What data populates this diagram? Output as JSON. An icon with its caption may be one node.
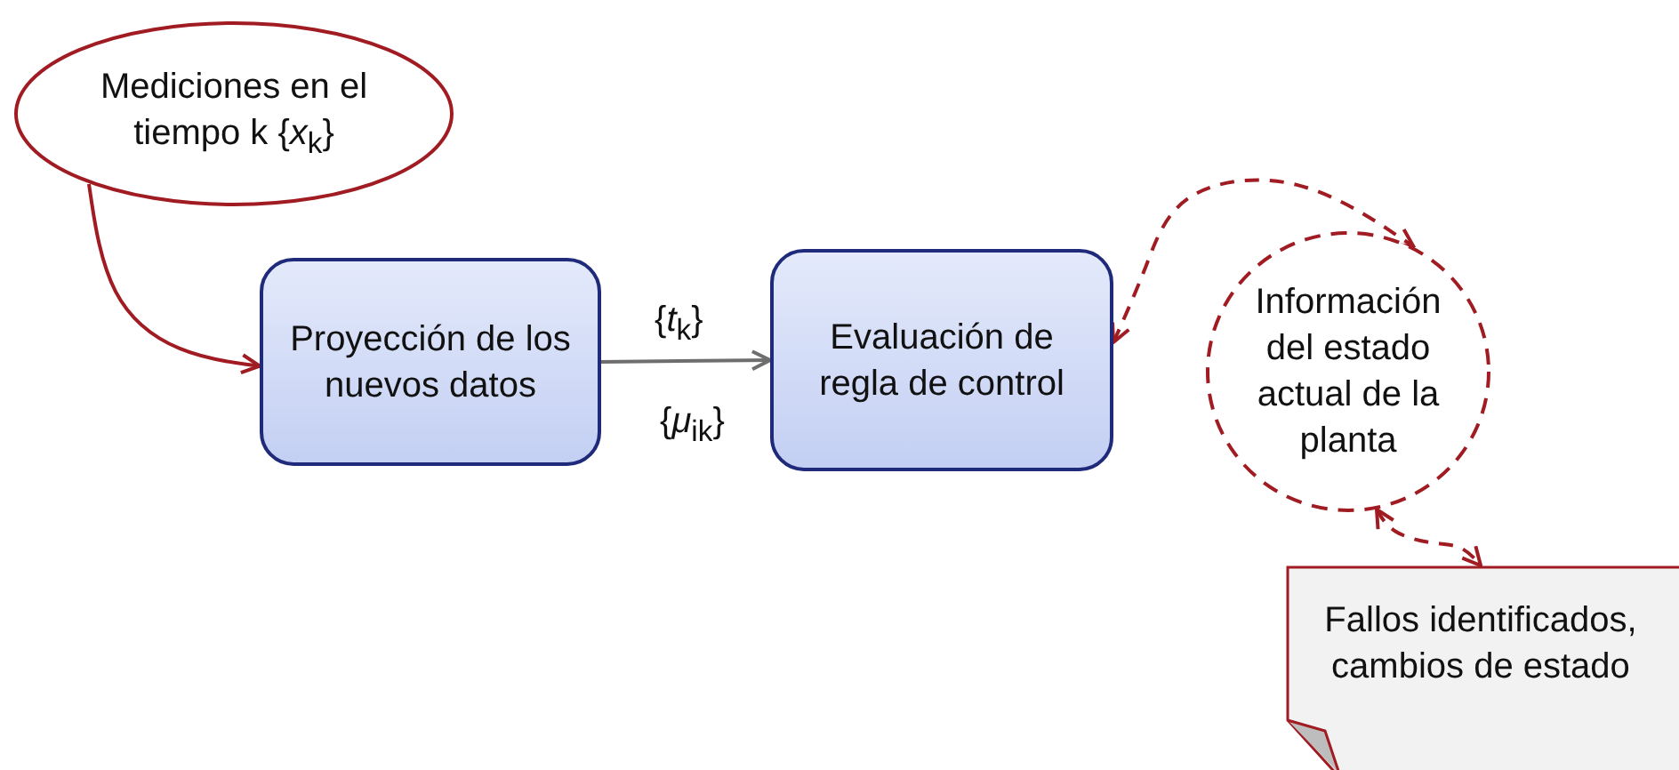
{
  "diagram": {
    "nodes": [
      {
        "text": [
          "Mediciones en el tiempo k {*x*$_{k}$}"
        ]
      },
      {
        "text": [
          "Proyección de los nuevos datos"
        ]
      },
      {
        "text": [
          "Evaluación de regla de control"
        ]
      },
      {
        "text": [
          "Información del estado actual de la planta"
        ]
      },
      {
        "text": [
          "Fallos identificados, cambios de estado"
        ]
      }
    ],
    "edges": [
      {
        "from": 0,
        "to": 1,
        "arrow": "to"
      },
      {
        "from": 1,
        "to": 2,
        "arrow": "to",
        "label": "{*t*$_{k}$}",
        "color": "#6e6e6e"
      },
      {
        "from": 2,
        "to": 3,
        "arrow": "both",
        "style": "dashed"
      },
      {
        "from": 3,
        "to": 4,
        "arrow": "both",
        "style": "dashed"
      }
    ],
    "labels": [
      "{*μ*$_{ik}$}"
    ]
  }
}
